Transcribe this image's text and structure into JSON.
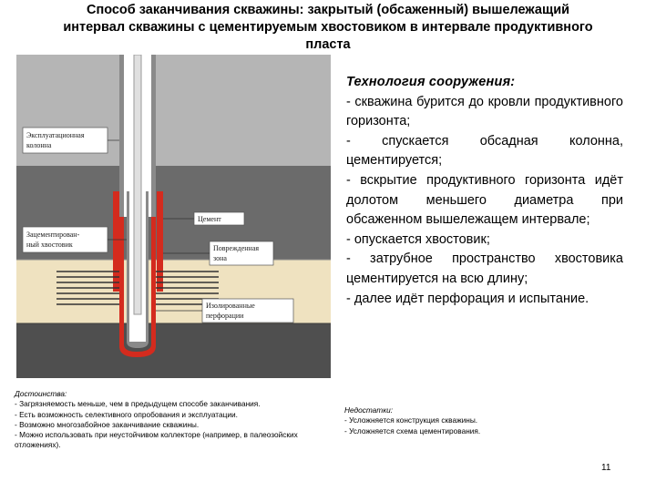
{
  "title": {
    "line1": "Способ заканчивания скважины: закрытый (обсаженный) вышележащий",
    "line2": "интервал скважины с цементируемым хвостовиком в интервале продуктивного",
    "line3": "пласта"
  },
  "diagram": {
    "labels": {
      "operation_column_1": "Эксплуатационная",
      "operation_column_2": "колонна",
      "cemented_liner_1": "Зацементирован-",
      "cemented_liner_2": "ный хвостовик",
      "cement": "Цемент",
      "damaged_zone_1": "Поврежденная",
      "damaged_zone_2": "зона",
      "perforations_1": "Изолированные",
      "perforations_2": "перфорации"
    },
    "colors": {
      "cement": "#d42b1e",
      "casing": "#8a8a8a",
      "bore": "#ffffff",
      "layer_top": "#b5b5b5",
      "layer_mid": "#6b6b6b",
      "layer_pay": "#efe2c0",
      "layer_bottom": "#4f4f4f",
      "perforation": "#333333"
    }
  },
  "technology": {
    "heading": "Технология сооружения:",
    "items": [
      "- скважина бурится до кровли продуктивного горизонта;",
      "- спускается обсадная колонна, цементируется;",
      "- вскрытие продуктивного горизонта идёт долотом меньшего диаметра при обсаженном вышележащем интервале;",
      "- опускается хвостовик;",
      "- затрубное пространство хвостовика цементируется на всю длину;",
      "- далее идёт перфорация и испытание."
    ]
  },
  "advantages": {
    "heading": "Достоинства:",
    "items": [
      "- Загрязняемость меньше, чем в предыдущем способе заканчивания.",
      "- Есть возможность селективного опробования и эксплуатации.",
      "- Возможно многозабойное заканчивание скважины.",
      "- Можно использовать при неустойчивом коллекторе (например, в палеозойских отложениях)."
    ]
  },
  "disadvantages": {
    "heading": "Недостатки:",
    "items": [
      "- Усложняется конструкция скважины.",
      "- Усложняется схема цементирования."
    ]
  },
  "page_number": "11"
}
